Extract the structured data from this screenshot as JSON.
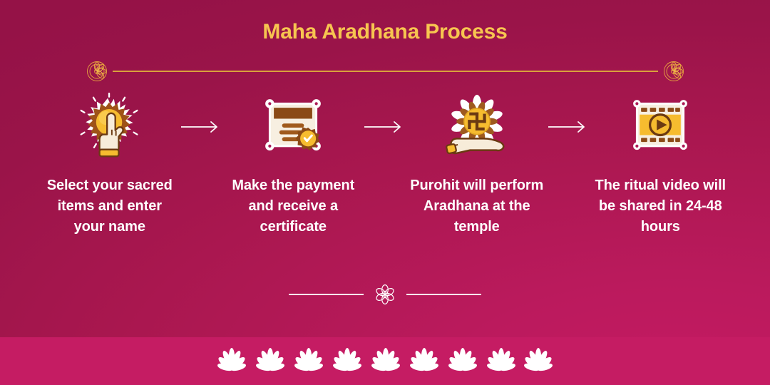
{
  "title": "Maha Aradhana Process",
  "colors": {
    "background_top_left": "#951247",
    "background_bottom_right": "#c41b62",
    "title_gold": "#f7c550",
    "divider_gold": "#d9a13c",
    "label_text": "#ffffff",
    "bottom_bar": "#c51c63",
    "icon_gold": "#f6bc2f",
    "icon_brown": "#8a4a1a",
    "icon_cream": "#f5ead7"
  },
  "top_divider": {
    "left_ornament": "mandala-rosette-icon",
    "right_ornament": "mandala-rosette-icon",
    "line_color": "#d9a13c"
  },
  "steps": [
    {
      "index": 1,
      "icon": "hand-click-sun-icon",
      "label": "Select your sacred items and enter your name"
    },
    {
      "index": 2,
      "icon": "certificate-seal-icon",
      "label": "Make the payment and receive a certificate"
    },
    {
      "index": 3,
      "icon": "hand-holding-swastika-coin-icon",
      "label": "Purohit will perform Aradhana at the temple"
    },
    {
      "index": 4,
      "icon": "film-strip-play-icon",
      "label": "The ritual video will be shared in 24-48 hours"
    }
  ],
  "arrows": [
    {
      "icon": "arrow-right-icon"
    },
    {
      "icon": "arrow-right-icon"
    },
    {
      "icon": "arrow-right-icon"
    }
  ],
  "bottom_ornament": {
    "icon": "flower-rosette-icon"
  },
  "bottom_bar": {
    "pattern": "lotus-border-pattern",
    "lotus_count": 9
  }
}
